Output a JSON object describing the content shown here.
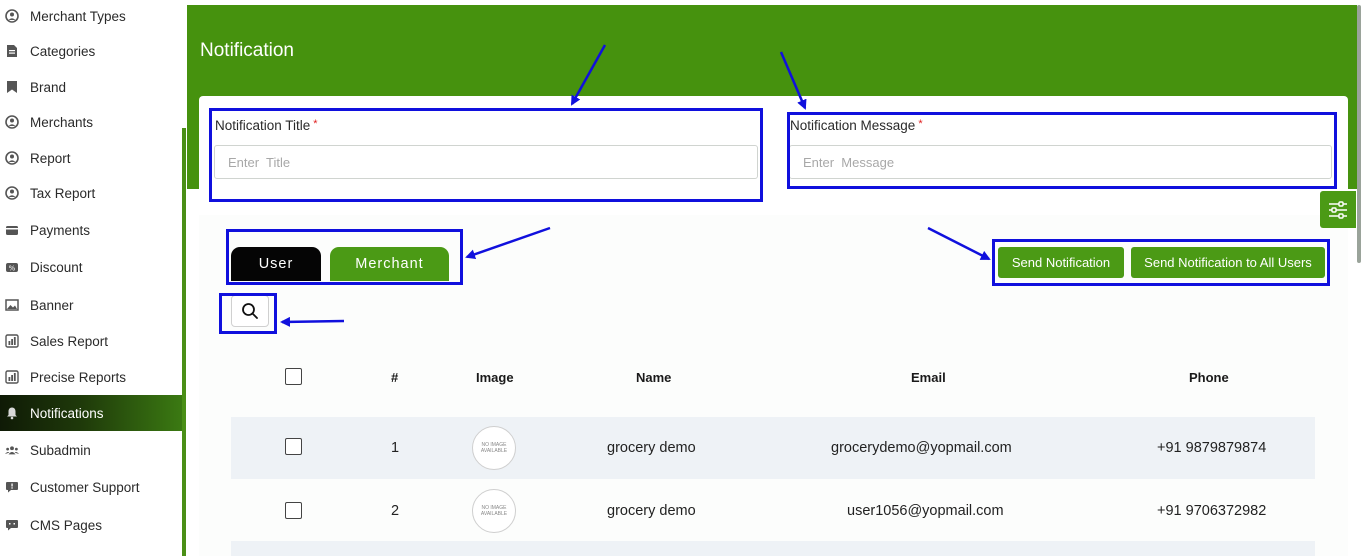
{
  "sidebar": {
    "items": [
      {
        "label": "Merchant Types",
        "icon": "user-circle-icon"
      },
      {
        "label": "Categories",
        "icon": "document-icon"
      },
      {
        "label": "Brand",
        "icon": "bookmark-icon"
      },
      {
        "label": "Merchants",
        "icon": "user-circle-icon"
      },
      {
        "label": "Report",
        "icon": "user-circle-icon"
      },
      {
        "label": "Tax Report",
        "icon": "user-circle-icon"
      },
      {
        "label": "Payments",
        "icon": "card-icon"
      },
      {
        "label": "Discount",
        "icon": "discount-icon"
      },
      {
        "label": "Banner",
        "icon": "image-icon"
      },
      {
        "label": "Sales Report",
        "icon": "chart-icon"
      },
      {
        "label": "Precise Reports",
        "icon": "chart-icon"
      },
      {
        "label": "Notifications",
        "icon": "bell-icon",
        "active": true
      },
      {
        "label": "Subadmin",
        "icon": "users-icon"
      },
      {
        "label": "Customer Support",
        "icon": "chat-icon"
      },
      {
        "label": "CMS Pages",
        "icon": "chat-icon"
      }
    ]
  },
  "page": {
    "title": "Notification"
  },
  "form": {
    "title_label": "Notification Title",
    "title_placeholder": "Enter  Title",
    "message_label": "Notification Message",
    "message_placeholder": "Enter  Message",
    "required_mark": "*"
  },
  "tabs": {
    "user": "User",
    "merchant": "Merchant"
  },
  "actions": {
    "send": "Send Notification",
    "send_all": "Send Notification to All Users"
  },
  "table": {
    "headers": {
      "num": "#",
      "image": "Image",
      "name": "Name",
      "email": "Email",
      "phone": "Phone"
    },
    "no_image_text": "NO IMAGE AVAILABLE",
    "rows": [
      {
        "num": "1",
        "name": "grocery demo",
        "email": "grocerydemo@yopmail.com",
        "phone": "+91 9879879874"
      },
      {
        "num": "2",
        "name": "grocery demo",
        "email": "user1056@yopmail.com",
        "phone": "+91 9706372982"
      }
    ]
  },
  "colors": {
    "accent": "#46920e",
    "annotation": "#1010dd",
    "active_tab": "#050505"
  }
}
